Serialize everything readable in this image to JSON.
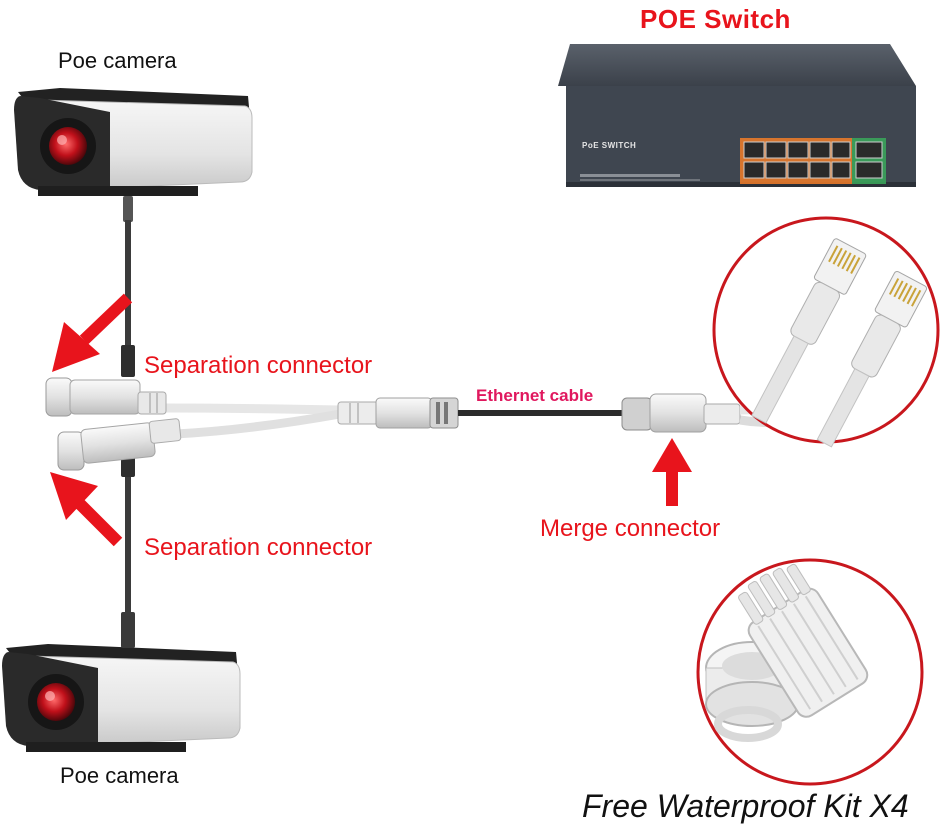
{
  "labels": {
    "switch_title": "POE Switch",
    "switch_brand": "PoE SWITCH",
    "camera_top": "Poe camera",
    "camera_bottom": "Poe camera",
    "separation_top": "Separation connector",
    "separation_bottom": "Separation connector",
    "ethernet": "Ethernet cable",
    "merge": "Merge connector",
    "kit": "Free Waterproof Kit X4"
  },
  "colors": {
    "accent_red": "#e8141c",
    "ethernet_pink": "#e0185e",
    "switch_body": "#3f4650",
    "port_orange": "#e87a2a",
    "port_green": "#3aa35a"
  }
}
